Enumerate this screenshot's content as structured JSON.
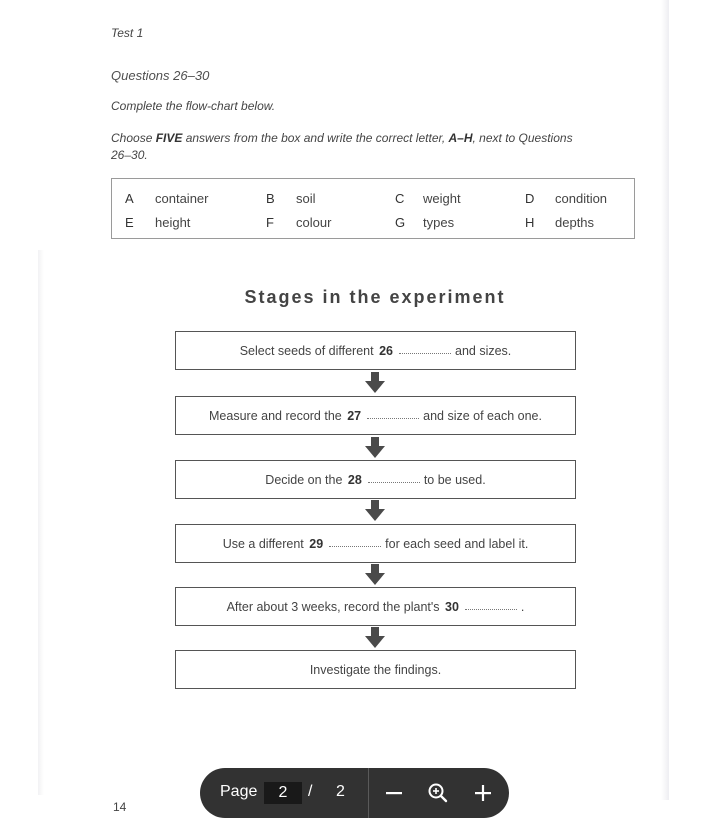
{
  "document": {
    "test_heading": "Test 1",
    "questions_heading": "Questions 26–30",
    "instruction_complete": "Complete the flow-chart below.",
    "instruction_choose_pre": "Choose ",
    "instruction_choose_bold1": "FIVE",
    "instruction_choose_mid": " answers from the box and write the correct letter, ",
    "instruction_choose_bold2": "A–H",
    "instruction_choose_post": ", next to Questions 26–30.",
    "options": [
      {
        "letter": "A",
        "text": "container"
      },
      {
        "letter": "B",
        "text": "soil"
      },
      {
        "letter": "C",
        "text": "weight"
      },
      {
        "letter": "D",
        "text": "condition"
      },
      {
        "letter": "E",
        "text": "height"
      },
      {
        "letter": "F",
        "text": "colour"
      },
      {
        "letter": "G",
        "text": "types"
      },
      {
        "letter": "H",
        "text": "depths"
      }
    ],
    "flowchart_title": "Stages in the experiment",
    "stages": [
      {
        "pre": "Select seeds of different",
        "num": "26",
        "post": "and sizes."
      },
      {
        "pre": "Measure and record the",
        "num": "27",
        "post": "and size of each one."
      },
      {
        "pre": "Decide on the",
        "num": "28",
        "post": "to be used."
      },
      {
        "pre": "Use a different",
        "num": "29",
        "post": "for each seed and label it."
      },
      {
        "pre": "After about 3 weeks, record the plant's",
        "num": "30",
        "post": "."
      },
      {
        "pre": "Investigate the findings.",
        "num": "",
        "post": ""
      }
    ],
    "page_number": "14"
  },
  "toolbar": {
    "page_label": "Page",
    "current_page": "2",
    "separator": "/",
    "total_pages": "2",
    "icons": [
      "zoom-out-icon",
      "zoom-icon",
      "zoom-in-icon"
    ],
    "background": "#323232"
  }
}
